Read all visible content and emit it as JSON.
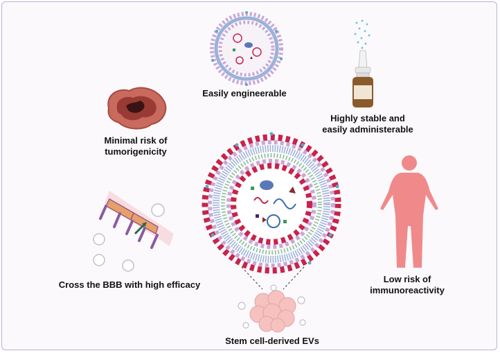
{
  "labels": {
    "easily_engineerable": "Easily engineerable",
    "highly_stable_line1": "Highly stable and",
    "highly_stable_line2": "easily administerable",
    "minimal_risk_line1": "Minimal risk of",
    "minimal_risk_line2": "tumorigenicity",
    "cross_bbb": "Cross the BBB with high efficacy",
    "low_risk_line1": "Low risk of",
    "low_risk_line2": "immunoreactivity",
    "stem_cell_evs": "Stem cell-derived EVs"
  },
  "icons": [
    "vesicle-icon",
    "nasal-spray-icon",
    "tumor-icon",
    "blood-brain-barrier-icon",
    "human-body-icon",
    "extracellular-vesicle-icon",
    "stem-cell-cluster-icon"
  ],
  "colors": {
    "frame_border": "#b9b1d8",
    "background": "#fbf9fc",
    "membrane_head_red": "#c8234a",
    "membrane_head_lilac": "#c9a8d8",
    "lipid_tail_blue": "#9bb2d8",
    "lipid_tail_green": "#7fc08a",
    "body_pink": "#f08a8a",
    "tumor_red": "#8a2a2a",
    "spray_bottle": "#8b5a2b"
  }
}
